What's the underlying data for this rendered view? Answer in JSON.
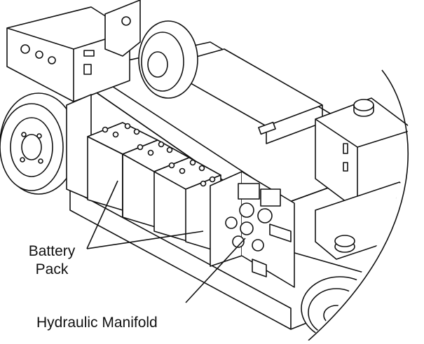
{
  "labels": {
    "battery_line1": "Battery",
    "battery_line2": "Pack",
    "manifold": "Hydraulic Manifold"
  }
}
